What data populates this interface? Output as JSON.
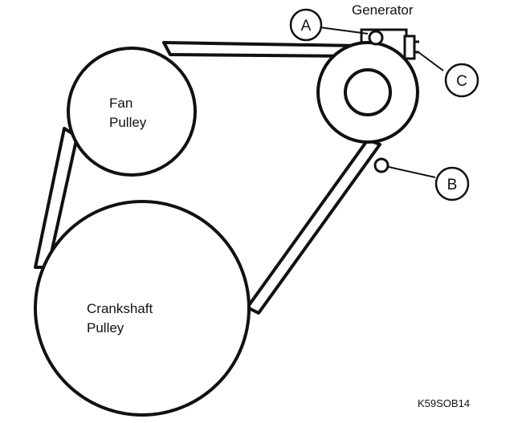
{
  "diagram": {
    "generator_label": "Generator",
    "fan_pulley_label": [
      "Fan",
      "Pulley"
    ],
    "crankshaft_pulley_label": [
      "Crankshaft",
      "Pulley"
    ],
    "callouts": {
      "a": "A",
      "b": "B",
      "c": "C"
    },
    "figure_code": "K59SOB14"
  },
  "colors": {
    "ink": "#111111",
    "background": "#ffffff"
  }
}
